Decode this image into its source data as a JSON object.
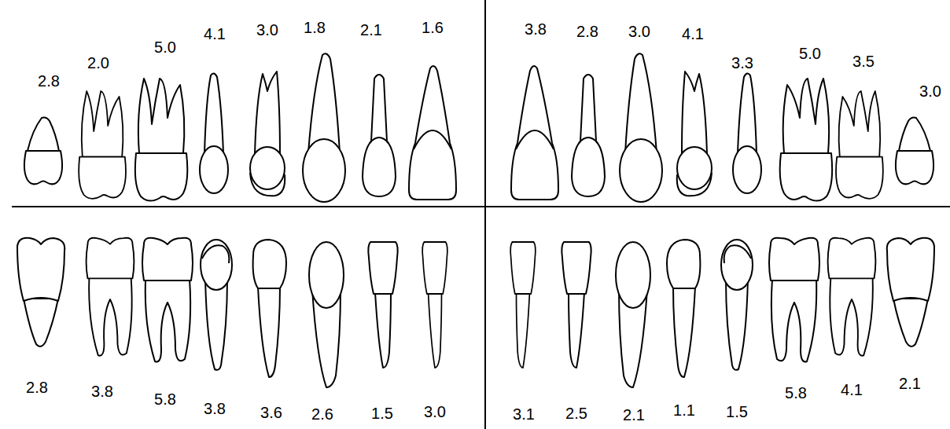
{
  "diagram": {
    "labels": [
      "2.8",
      "2.0",
      "5.0",
      "4.1",
      "3.0",
      "1.8",
      "2.1",
      "1.6",
      "3.8",
      "2.8",
      "3.0",
      "4.1",
      "3.3",
      "5.0",
      "3.5",
      "3.0",
      "2.8",
      "3.8",
      "5.8",
      "3.8",
      "3.6",
      "2.6",
      "1.5",
      "3.0",
      "3.1",
      "2.5",
      "2.1",
      "1.1",
      "1.5",
      "5.8",
      "4.1",
      "2.1"
    ]
  }
}
